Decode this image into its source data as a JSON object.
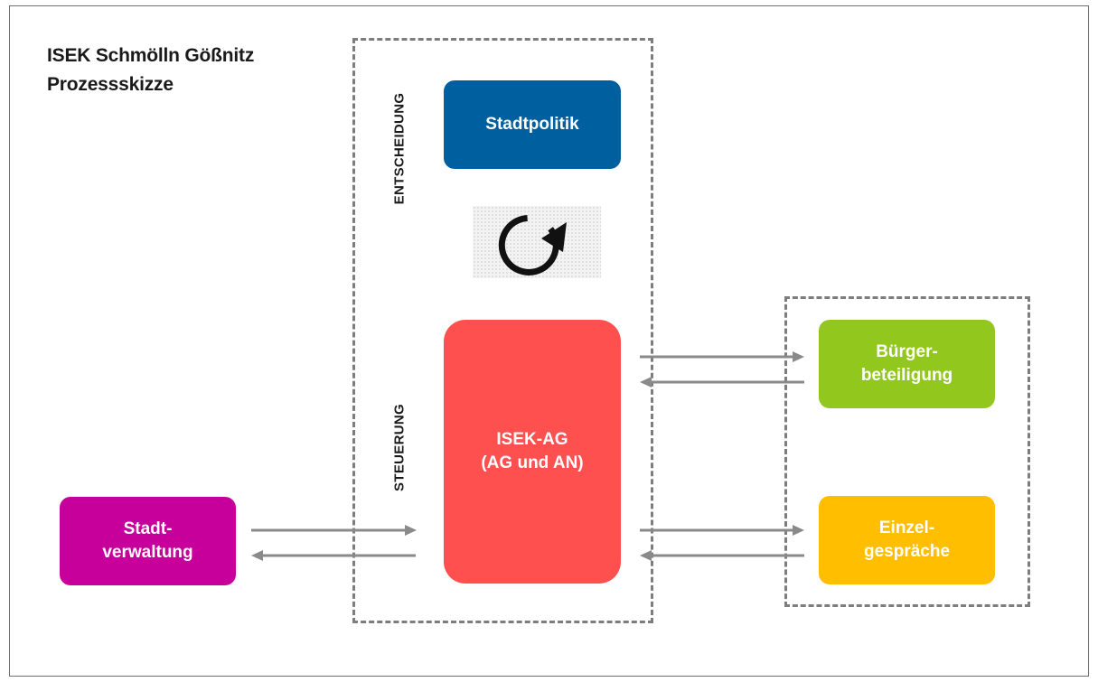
{
  "title": {
    "line1": "ISEK Schmölln Gößnitz",
    "line2": "Prozessskizze"
  },
  "labels": {
    "entscheidung": "ENTSCHEIDUNG",
    "steuerung": "STEUERUNG"
  },
  "nodes": {
    "stadtpolitik": {
      "text": "Stadtpolitik",
      "color": "#005f9e"
    },
    "isek_ag": {
      "line1": "ISEK-AG",
      "line2": "(AG und AN)",
      "color": "#ff5050"
    },
    "stadtverwaltung": {
      "line1": "Stadt-",
      "line2": "verwaltung",
      "color": "#c8009b"
    },
    "buergerbeteiligung": {
      "line1": "Bürger-",
      "line2": "beteiligung",
      "color": "#92c81e"
    },
    "einzelgespraeche": {
      "line1": "Einzel-",
      "line2": "gespräche",
      "color": "#ffbe00"
    }
  },
  "icons": {
    "cycle": "refresh-cycle-icon"
  }
}
